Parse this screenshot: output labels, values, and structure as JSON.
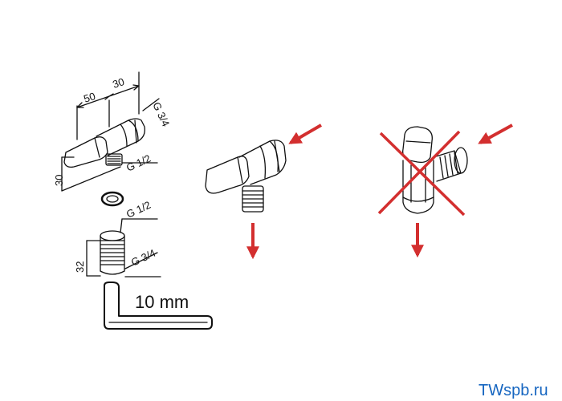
{
  "dimensions": {
    "d50": "50",
    "d30_top": "30",
    "g34_top": "G 3/4",
    "d30_side": "30",
    "g12_top": "G 1/2",
    "g12_mid": "G 1/2",
    "g34_bottom": "G 3/4",
    "d32": "32"
  },
  "hex_key_label": "10 mm",
  "watermark": "TWspb.ru",
  "colors": {
    "arrow": "#d32f2f",
    "cross": "#d32f2f",
    "line": "#111111",
    "watermark": "#1565c0"
  }
}
